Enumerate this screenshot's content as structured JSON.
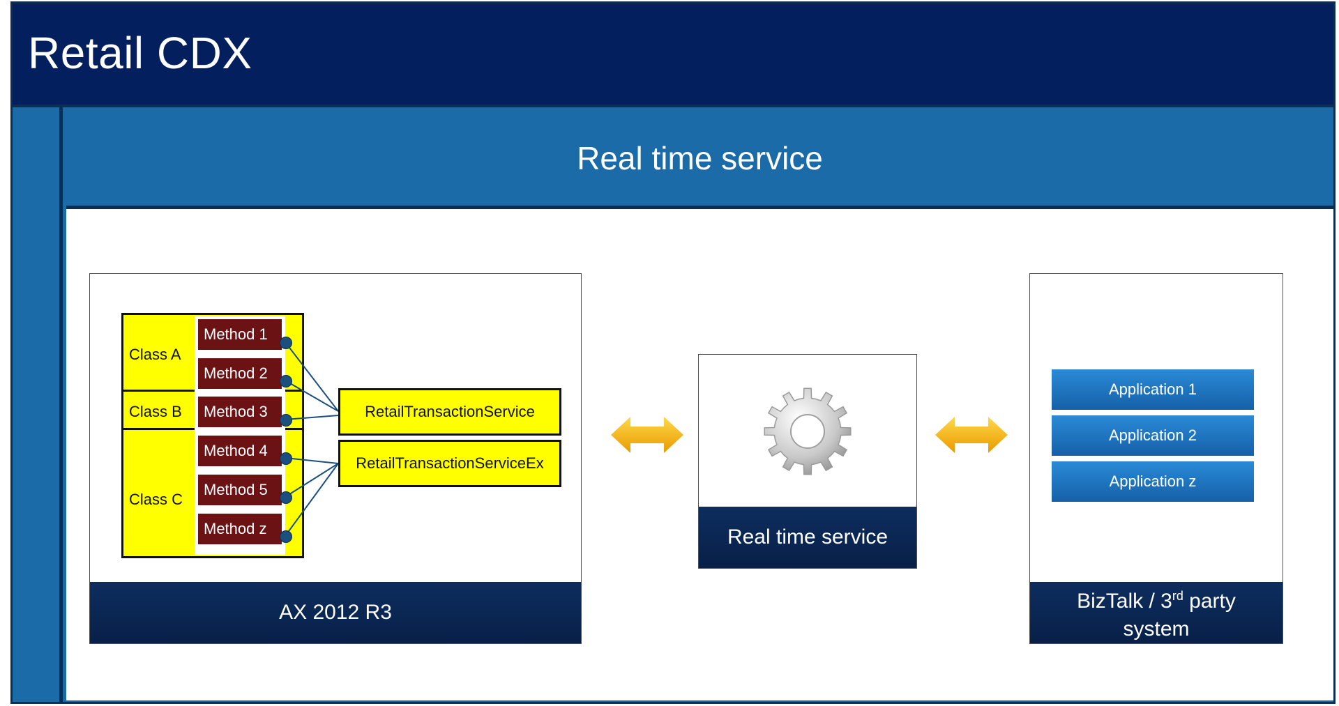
{
  "title": "Retail CDX",
  "section_title": "Real time service",
  "ax_panel": {
    "footer": "AX 2012 R3",
    "classes": [
      {
        "label": "Class A"
      },
      {
        "label": "Class B"
      },
      {
        "label": "Class C"
      }
    ],
    "methods": [
      {
        "label": "Method 1"
      },
      {
        "label": "Method 2"
      },
      {
        "label": "Method 3"
      },
      {
        "label": "Method 4"
      },
      {
        "label": "Method 5"
      },
      {
        "label": "Method z"
      }
    ],
    "services": [
      {
        "label": "RetailTransactionService"
      },
      {
        "label": "RetailTransactionServiceEx"
      }
    ]
  },
  "rts_panel": {
    "footer": "Real time service",
    "icon": "gear-icon"
  },
  "biztalk_panel": {
    "footer_line1": "BizTalk / 3",
    "footer_sup": "rd",
    "footer_line1_rest": " party",
    "footer_line2": "system",
    "applications": [
      {
        "label": "Application 1"
      },
      {
        "label": "Application 2"
      },
      {
        "label": "Application z"
      }
    ]
  },
  "colors": {
    "title_bg": "#031f5e",
    "section_bg": "#1a6ba8",
    "class_yellow": "#ffff00",
    "method_red": "#6b1214",
    "arrow_orange": "#f5b400"
  }
}
